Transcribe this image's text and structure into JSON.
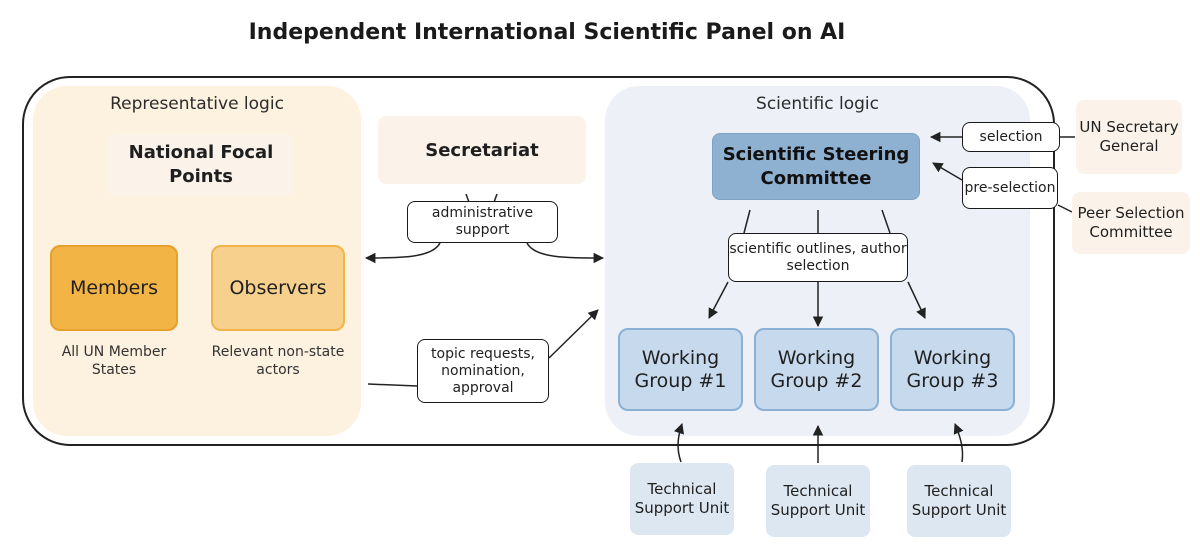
{
  "title": "Independent International Scientific Panel on AI",
  "regions": {
    "representative": "Representative logic",
    "scientific": "Scientific logic"
  },
  "nodes": {
    "national_focal_points": "National Focal Points",
    "members": "Members",
    "members_sub": "All UN Member States",
    "observers": "Observers",
    "observers_sub": "Relevant non-state actors",
    "secretariat": "Secretariat",
    "steering_committee": "Scientific Steering Committee",
    "wg1": "Working Group #1",
    "wg2": "Working Group #2",
    "wg3": "Working Group #3",
    "tsu1": "Technical Support Unit",
    "tsu2": "Technical Support Unit",
    "tsu3": "Technical Support Unit",
    "un_sg": "UN Secretary General",
    "peer_selection": "Peer Selection Committee"
  },
  "edge_labels": {
    "admin_support": "administrative support",
    "topic_requests": "topic requests, nomination, approval",
    "outlines": "scientific outlines, author selection",
    "selection": "selection",
    "preselection": "pre-selection"
  },
  "colors": {
    "members": "#f1b445",
    "observers": "#f6d08c",
    "representative_bg": "#fdf1df",
    "scientific_bg": "#edf1f7",
    "steering_committee": "#8fb1d1",
    "working_group": "#c7d9ec",
    "support_unit": "#dde7f1"
  }
}
